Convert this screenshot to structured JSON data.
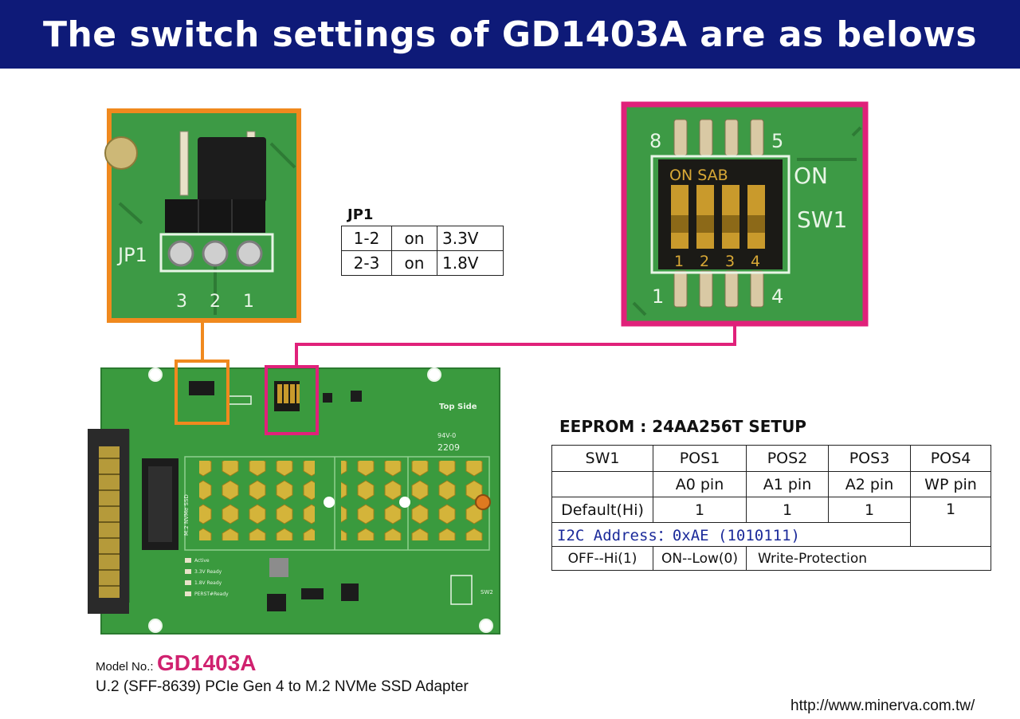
{
  "header": {
    "title": "The switch settings of GD1403A are as belows"
  },
  "jp1": {
    "photo_silkscreen": "JP1",
    "pin_numbers": [
      "3",
      "2",
      "1"
    ],
    "table_title": "JP1",
    "rows": [
      {
        "pins": "1-2",
        "state": "on",
        "voltage": "3.3V"
      },
      {
        "pins": "2-3",
        "state": "on",
        "voltage": "1.8V"
      }
    ]
  },
  "sw1": {
    "photo_labels": {
      "pin8": "8",
      "pin5": "5",
      "pin1": "1",
      "pin4": "4",
      "on_side": "ON",
      "switch_name": "SW1",
      "body_text": "ON SAB"
    },
    "switch_numbers": [
      "1",
      "2",
      "3",
      "4"
    ]
  },
  "board": {
    "top_side": "Top Side",
    "date_code": "94V-0",
    "batch": "2209",
    "ssd_label": "M.2 NVMe SSD",
    "leds": [
      "Active",
      "3.3V Ready",
      "1.8V Ready",
      "PERST#Ready"
    ],
    "sw2": "SW2"
  },
  "eeprom": {
    "title": "EEPROM : 24AA256T SETUP",
    "header": [
      "SW1",
      "POS1",
      "POS2",
      "POS3",
      "POS4"
    ],
    "pins": [
      "A0 pin",
      "A1 pin",
      "A2 pin",
      "WP pin"
    ],
    "default_label": "Default(Hi)",
    "defaults": [
      "1",
      "1",
      "1",
      "1"
    ],
    "i2c_address": "I2C Address：0xAE (1010111)",
    "legend": [
      "OFF--Hi(1)",
      "ON--Low(0)",
      "Write-Protection"
    ]
  },
  "model": {
    "label": "Model No.:",
    "number": "GD1403A",
    "description": "U.2 (SFF-8639) PCIe Gen 4 to M.2 NVMe SSD Adapter"
  },
  "footer": {
    "url": "http://www.minerva.com.tw/"
  },
  "colors": {
    "banner": "#0e1a78",
    "jp1_accent": "#f0891e",
    "sw1_accent": "#e0217a",
    "pcb": "#3a9a3e",
    "model_number": "#d0216f"
  }
}
